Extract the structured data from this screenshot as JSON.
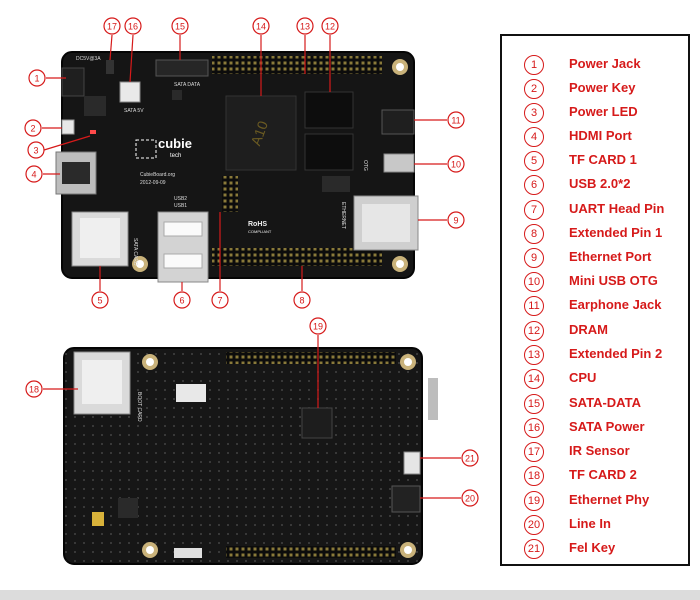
{
  "legend": [
    {
      "num": "1",
      "label": "Power  Jack"
    },
    {
      "num": "2",
      "label": "Power Key"
    },
    {
      "num": "3",
      "label": "Power LED"
    },
    {
      "num": "4",
      "label": "HDMI Port"
    },
    {
      "num": "5",
      "label": "TF CARD 1"
    },
    {
      "num": "6",
      "label": "USB 2.0*2"
    },
    {
      "num": "7",
      "label": "UART Head Pin"
    },
    {
      "num": "8",
      "label": "Extended Pin 1"
    },
    {
      "num": "9",
      "label": "Ethernet Port"
    },
    {
      "num": "10",
      "label": "Mini USB OTG"
    },
    {
      "num": "11",
      "label": "Earphone Jack"
    },
    {
      "num": "12",
      "label": "DRAM"
    },
    {
      "num": "13",
      "label": "Extended Pin 2"
    },
    {
      "num": "14",
      "label": "CPU"
    },
    {
      "num": "15",
      "label": "SATA-DATA"
    },
    {
      "num": "16",
      "label": "SATA  Power"
    },
    {
      "num": "17",
      "label": "IR  Sensor"
    },
    {
      "num": "18",
      "label": "TF CARD 2"
    },
    {
      "num": "19",
      "label": "Ethernet Phy"
    },
    {
      "num": "20",
      "label": "Line In"
    },
    {
      "num": "21",
      "label": "Fel Key"
    }
  ],
  "board_silkscreen": {
    "brand": "cubie",
    "brand_sub": "tech",
    "website": "CubieBoard.org",
    "date": "2012-09-09",
    "sata_data": "SATA DATA",
    "sata_power": "SATA 5V",
    "dc": "DC5V@3A",
    "usb1": "USB2",
    "usb2": "USB1",
    "sata_card": "SATA CARD",
    "ethernet": "ETHERNET",
    "rohs": "RoHS",
    "compliant": "COMPLIANT",
    "otg": "OTG",
    "boot_card": "BOOT CARD",
    "cpu_mark": "A10"
  },
  "colors": {
    "callout": "#d61a1a",
    "board": "#141414"
  }
}
